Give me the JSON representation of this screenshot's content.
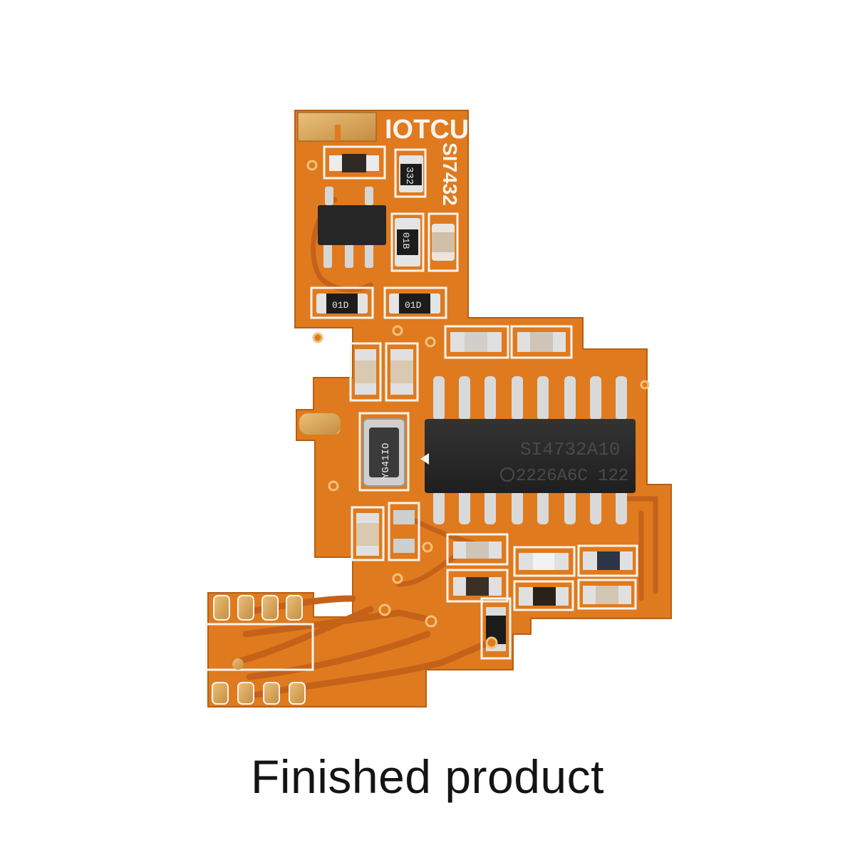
{
  "caption": "Finished product",
  "board": {
    "silkscreen_brand": "IOTCU",
    "silkscreen_model": "SI7432",
    "ic_marking_line1": "SI4732A10",
    "ic_marking_line2": "2226A6C 122",
    "component_markings": {
      "resistor_top": "332",
      "resistor_mid": "01B",
      "resistor_low_left": "01D",
      "resistor_low_right": "01D",
      "crystal": "YG41IO"
    }
  },
  "colors": {
    "pcb_substrate": "#e07a1e",
    "copper_trace": "#c7641a",
    "silkscreen": "#f7f4ee",
    "ic_body": "#2a2a2a",
    "gold_pad": "#d9a85a",
    "background": "#ffffff"
  }
}
